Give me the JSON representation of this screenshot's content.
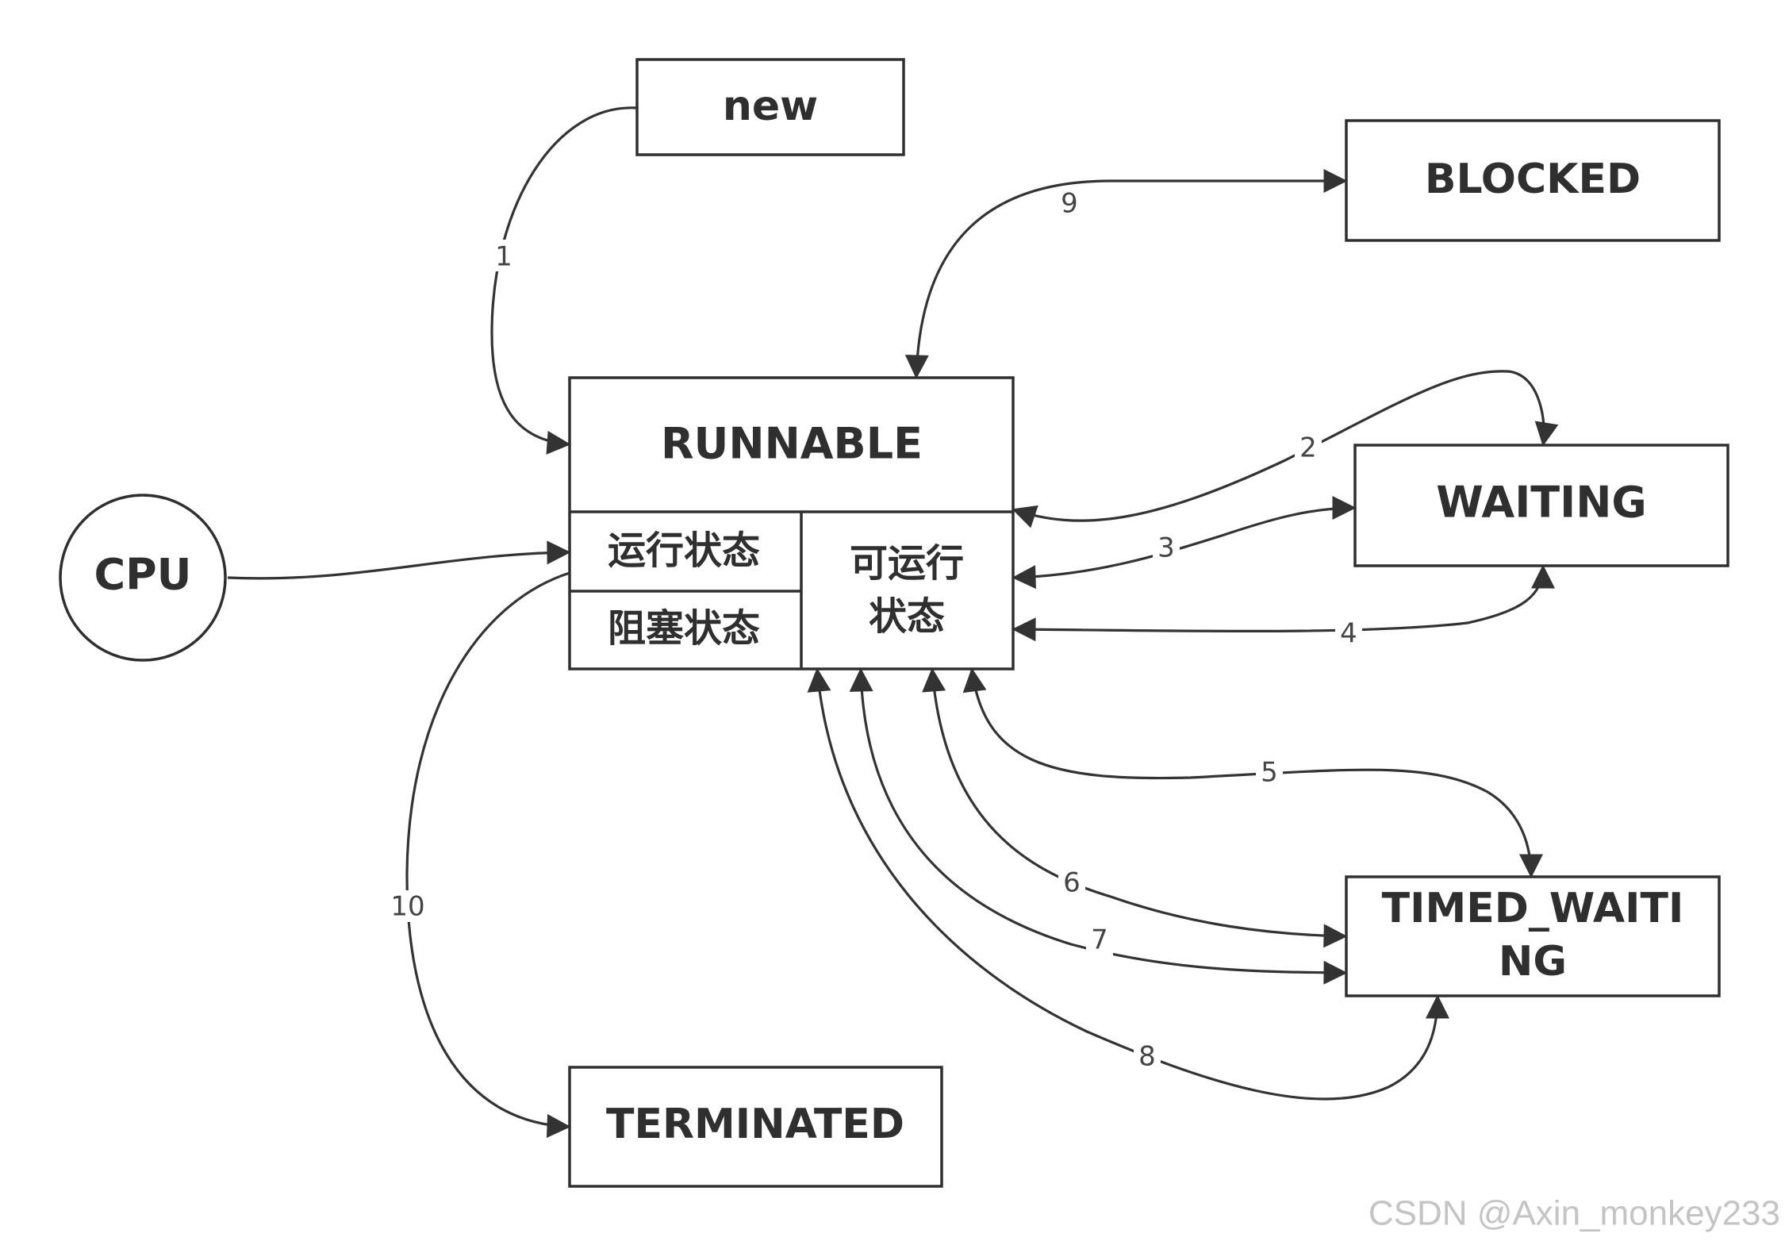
{
  "nodes": {
    "new": "new",
    "blocked": "BLOCKED",
    "runnable": "RUNNABLE",
    "running_state": "运行状态",
    "blocking_state": "阻塞状态",
    "ready_state_line1": "可运行",
    "ready_state_line2": "状态",
    "waiting": "WAITING",
    "cpu": "CPU",
    "timed_waiting_line1": "TIMED_WAITI",
    "timed_waiting_line2": "NG",
    "terminated": "TERMINATED"
  },
  "edges": {
    "e1": "1",
    "e2": "2",
    "e3": "3",
    "e4": "4",
    "e5": "5",
    "e6": "6",
    "e7": "7",
    "e8": "8",
    "e9": "9",
    "e10": "10"
  },
  "watermark": "CSDN @Axin_monkey233",
  "colors": {
    "stroke": "#2f2f2f",
    "text": "#2f2f2f",
    "watermark": "#c4c4c4"
  }
}
